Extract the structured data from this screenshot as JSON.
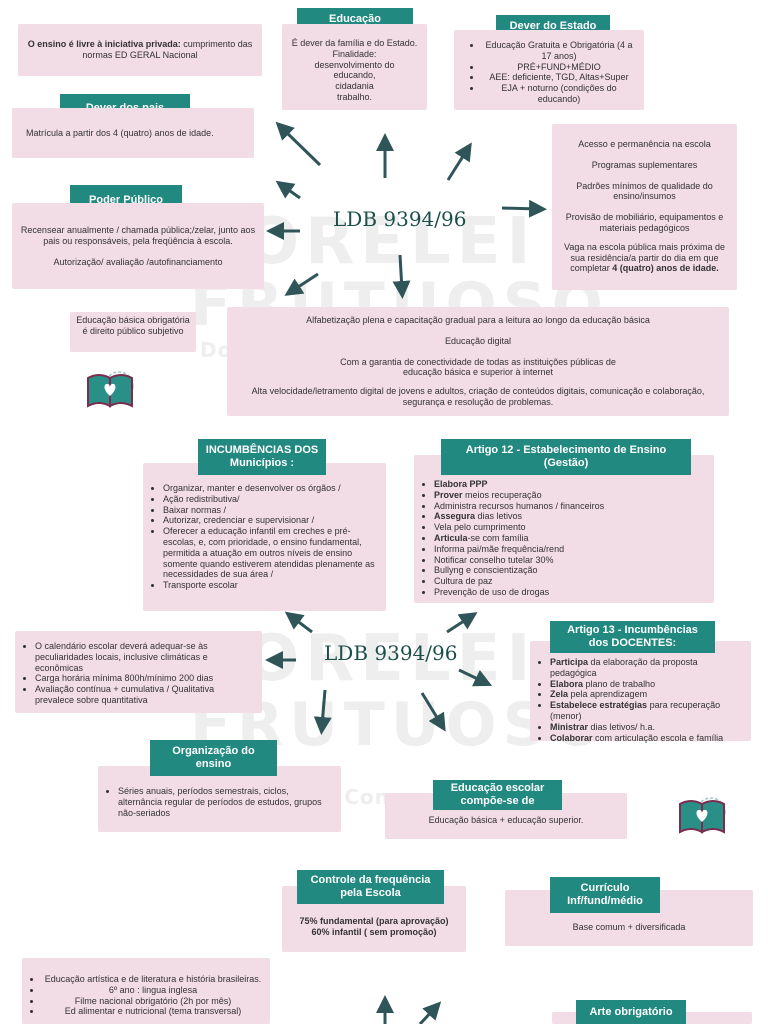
{
  "colors": {
    "header": "#228981",
    "box": "#f2dce6",
    "title": "#1b4f4a",
    "arrow": "#2f5558"
  },
  "watermark": {
    "line1": "NORELEI",
    "line2": "FRUTUOSO",
    "line3": "Doutora do Concurso Público"
  },
  "s1": {
    "title": "LDB 9394/96",
    "livre": {
      "bold": "O ensino é livre à iniciativa privada:",
      "rest": " cumprimento das normas ED GERAL Nacional"
    },
    "educacao": {
      "header": "Educação",
      "lines": [
        "É dever da família e do Estado.",
        "Finalidade:",
        "desenvolvimento do",
        "educando,",
        "cidadania",
        "trabalho."
      ]
    },
    "dever_estado": {
      "header": "Dever do Estado",
      "items": [
        "Educação Gratuita e Obrigatória (4 a 17 anos)",
        "PRÉ+FUND+MÉDIO",
        "AEE: deficiente, TGD, Altas+Super",
        "EJA + noturno (condições do educando)"
      ]
    },
    "dever_pais": {
      "header": "Dever dos pais",
      "text": "Matrícula a partir dos 4 (quatro) anos de idade."
    },
    "acesso": {
      "lines": [
        "Acesso e permanência na escola",
        "Programas suplementares",
        "Padrões mínimos de qualidade do ensino/insumos",
        "Provisão de mobiliário, equipamentos e materiais pedagógicos"
      ],
      "last_pre": "Vaga na escola pública mais próxima de sua residência/a partir do dia em que completar ",
      "last_bold": "4 (quatro) anos de idade."
    },
    "poder_publico": {
      "header": "Poder Público",
      "lines": [
        "Recensear anualmente / chamada pública;/zelar, junto aos pais ou responsáveis, pela freqüência à escola.",
        "Autorização/ avaliação /autofinanciamento"
      ]
    },
    "direito": {
      "text": "Educação básica obrigatória é direito público subjetivo"
    },
    "alfab": {
      "lines": [
        "Alfabetização plena e capacitação gradual para a leitura ao longo da educação básica",
        "Educação digital",
        "Com a garantia de conectividade de todas as instituições públicas de educação básica e superior à internet",
        "Alta velocidade/letramento digital de jovens e adultos, criação de conteúdos digitais, comunicação e colaboração, segurança e resolução de problemas."
      ]
    }
  },
  "s2": {
    "title": "LDB 9394/96",
    "municipios": {
      "header": "INCUMBÊNCIAS DOS Municípios :",
      "items": [
        "Organizar, manter e desenvolver os órgãos /",
        "Ação redistributiva/",
        "Baixar normas /",
        "Autorizar, credenciar e supervisionar /",
        "Oferecer a educação infantil em creches e pré-escolas, e, com prioridade, o ensino fundamental, permitida a atuação em outros níveis de ensino somente quando estiverem atendidas plenamente as necessidades de sua área /",
        "Transporte escolar"
      ]
    },
    "artigo12": {
      "header": "Artigo 12 - Estabelecimento de Ensino (Gestão)",
      "items": [
        {
          "b": "Elabora PPP",
          "t": ""
        },
        {
          "b": "Prover",
          "t": " meios recuperação"
        },
        {
          "b": "",
          "t": "Administra recursos humanos / financeiros"
        },
        {
          "b": "Assegura",
          "t": " dias letivos"
        },
        {
          "b": "",
          "t": "Vela pelo cumprimento"
        },
        {
          "b": "Articula",
          "t": "-se com família"
        },
        {
          "b": "",
          "t": "Informa pai/mãe frequência/rend"
        },
        {
          "b": "",
          "t": "Notificar conselho tutelar 30%"
        },
        {
          "b": "",
          "t": "Bullyng e conscientização"
        },
        {
          "b": "",
          "t": "Cultura de paz"
        },
        {
          "b": "",
          "t": "Prevenção de uso de drogas"
        }
      ]
    },
    "calendario": {
      "items": [
        "O calendário escolar deverá adequar-se às peculiaridades locais, inclusive climáticas e econômicas",
        "Carga horária mínima 800h/mínimo 200 dias",
        "Avaliação contínua + cumulativa / Qualitativa prevalece sobre quantitativa"
      ]
    },
    "artigo13": {
      "header": "Artigo 13 - Incumbências dos DOCENTES:",
      "items": [
        {
          "b": "Participa",
          "t": " da elaboração da proposta pedagógica"
        },
        {
          "b": "Elabora",
          "t": " plano de trabalho"
        },
        {
          "b": "Zela",
          "t": " pela aprendizagem"
        },
        {
          "b": "Estabelece estratégias",
          "t": " para recuperação (menor)"
        },
        {
          "b": "Ministrar",
          "t": " dias letivos/ h.a."
        },
        {
          "b": "Colaborar",
          "t": " com articulação escola e família"
        }
      ]
    },
    "organizacao": {
      "header": "Organização do ensino",
      "items": [
        "Séries anuais, períodos semestrais, ciclos, alternância regular de períodos de estudos, grupos não-seriados"
      ]
    },
    "educ_escolar": {
      "header": "Educação escolar compõe-se de",
      "text": "Educação básica + educação superior."
    }
  },
  "s3": {
    "frequencia": {
      "header": "Controle da frequência pela Escola",
      "lines": [
        "75% fundamental (para aprovação)",
        "60% infantil ( sem promoção)"
      ]
    },
    "curriculo": {
      "header": "Currículo Inf/fund/médio",
      "text": "Base comum + diversificada"
    },
    "lista": {
      "items": [
        "Educação artística e de literatura e história brasileiras.",
        "6º ano : lingua inglesa",
        "Filme nacional obrigatório (2h por mês)",
        "Ed alimentar e nutricional (tema transversal)"
      ]
    },
    "arte": {
      "header": "Arte obrigatório"
    }
  }
}
